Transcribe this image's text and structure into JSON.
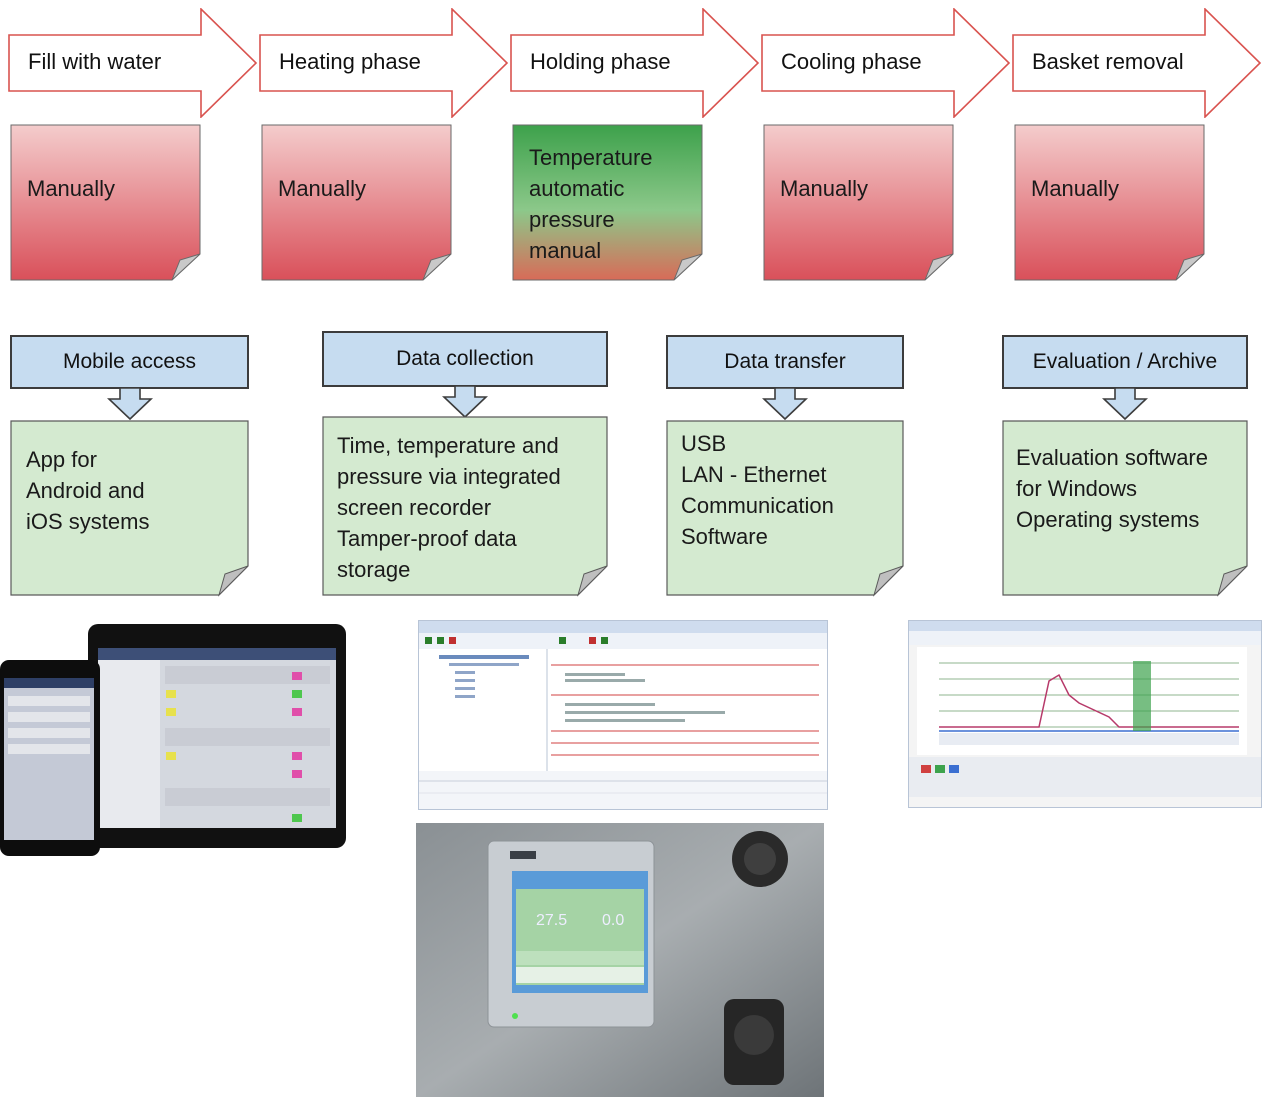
{
  "phases": [
    {
      "label": "Fill with water",
      "note": [
        "Manually"
      ],
      "note_color": "red"
    },
    {
      "label": "Heating phase",
      "note": [
        "Manually"
      ],
      "note_color": "red"
    },
    {
      "label": "Holding phase",
      "note": [
        "Temperature",
        "automatic",
        "pressure",
        "manual"
      ],
      "note_color": "green"
    },
    {
      "label": "Cooling phase",
      "note": [
        "Manually"
      ],
      "note_color": "red"
    },
    {
      "label": "Basket removal",
      "note": [
        "Manually"
      ],
      "note_color": "red"
    }
  ],
  "features": [
    {
      "title": "Mobile access",
      "lines": [
        "App for",
        "Android and",
        "iOS systems"
      ]
    },
    {
      "title": "Data collection",
      "lines": [
        "Time, temperature and",
        "pressure via integrated",
        "screen recorder",
        "Tamper-proof data",
        "storage"
      ]
    },
    {
      "title": "Data transfer",
      "lines": [
        "USB",
        "LAN - Ethernet",
        "Communication",
        "Software"
      ]
    },
    {
      "title": "Evaluation / Archive",
      "lines": [
        "Evaluation software",
        "for Windows",
        "Operating systems"
      ]
    }
  ],
  "device_panel": {
    "value_left": "27.5",
    "value_right": "0.0"
  },
  "colors": {
    "arrow_outline": "#d9534f",
    "note_red_top": "#f3c6c6",
    "note_red_bottom": "#d9545a",
    "note_green_top": "#3fa34d",
    "note_green_bottom": "#d9705a",
    "feature_note": "#d4ead0",
    "feature_header": "#c6dcf0"
  }
}
